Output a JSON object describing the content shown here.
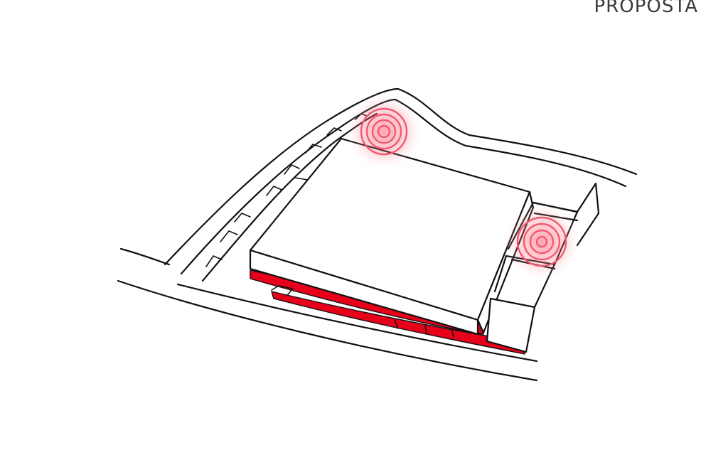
{
  "header": {
    "title": "PROPOSTA"
  },
  "colors": {
    "accent_red": "#e8001a",
    "glow": "#ff5a70",
    "ink": "#111111"
  },
  "hotspots": [
    {
      "name": "hotspot-north",
      "rings": 4
    },
    {
      "name": "hotspot-east",
      "rings": 4
    }
  ]
}
